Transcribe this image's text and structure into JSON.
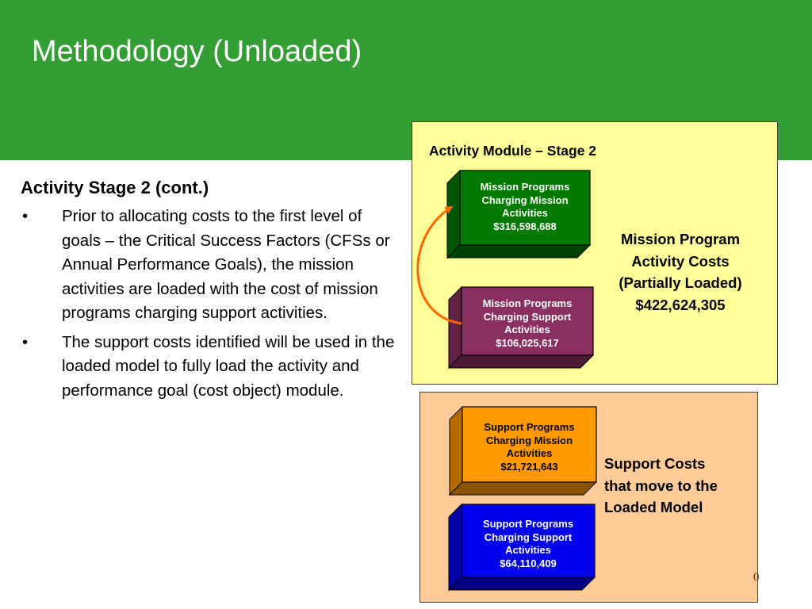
{
  "slide": {
    "title": "Methodology (Unloaded)",
    "page_number": "0"
  },
  "content": {
    "subheading": "Activity Stage 2 (cont.)",
    "bullets": [
      {
        "marker": "•",
        "text": "Prior to allocating costs to the first level of goals – the Critical Success Factors (CFSs or Annual Performance Goals), the mission activities are loaded with the cost of mission programs charging support activities."
      },
      {
        "marker": "•",
        "text": "The support costs identified will be used in the loaded model to fully load the activity and performance goal (cost object) module."
      }
    ]
  },
  "diagram": {
    "mission_panel": {
      "title": "Activity Module – Stage 2",
      "color": "#ffff99",
      "boxes": [
        {
          "label": "Mission Programs\nCharging Mission\nActivities\n$316,598,688",
          "color": "#007a00"
        },
        {
          "label": "Mission Programs\nCharging Support\nActivities\n$106,025,617",
          "color": "#8a3060"
        }
      ],
      "summary": "Mission Program\nActivity Costs\n(Partially Loaded)\n$422,624,305"
    },
    "support_panel": {
      "color": "#ffcc99",
      "boxes": [
        {
          "label": "Support Programs\nCharging Mission\nActivities\n$21,721,643",
          "color": "#ff9900"
        },
        {
          "label": "Support Programs\nCharging Support\nActivities\n$64,110,409",
          "color": "#0000ee"
        }
      ],
      "summary": "Support Costs\nthat move to the\nLoaded Model"
    },
    "arrow_color": "#ff6600"
  }
}
